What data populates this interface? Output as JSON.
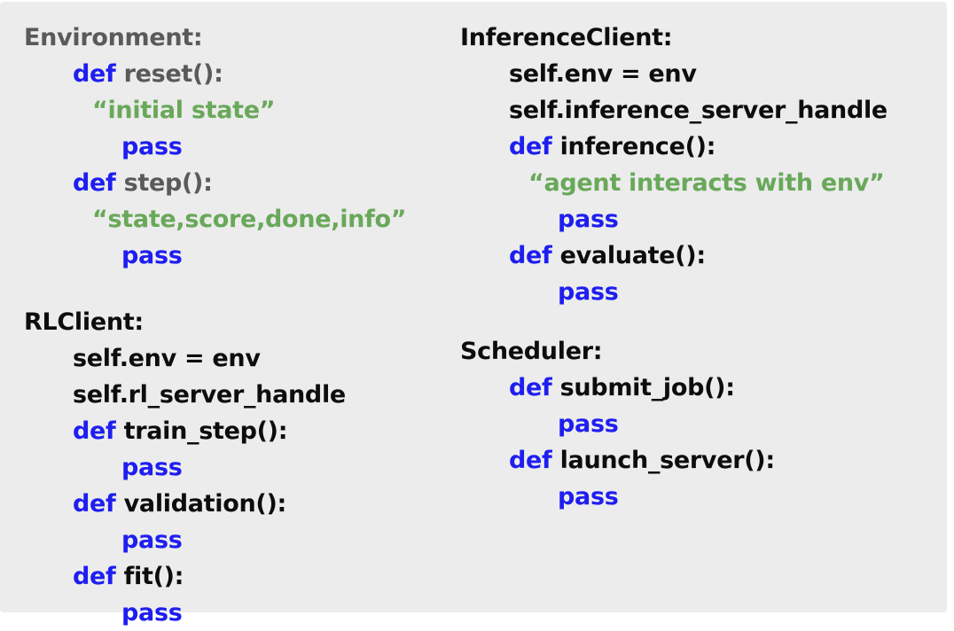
{
  "page": {
    "background": "#ffffff",
    "panel_background": "#ececec"
  },
  "palette": {
    "keyword": "#1e1ef0",
    "string": "#69a85a",
    "muted": "#5a5a5a",
    "plain": "#0d0d0d"
  },
  "columns": [
    {
      "name": "left",
      "blocks": [
        {
          "name": "environment",
          "lines": [
            {
              "indent": 0,
              "segments": [
                {
                  "t": "Environment:",
                  "c": "muted"
                }
              ]
            },
            {
              "indent": 1,
              "segments": [
                {
                  "t": "def ",
                  "c": "keyword"
                },
                {
                  "t": "reset():",
                  "c": "muted"
                }
              ]
            },
            {
              "indent": 2,
              "segments": [
                {
                  "t": "“initial state”",
                  "c": "string"
                }
              ]
            },
            {
              "indent": 3,
              "segments": [
                {
                  "t": "pass",
                  "c": "keyword"
                }
              ]
            },
            {
              "indent": 1,
              "segments": [
                {
                  "t": "def ",
                  "c": "keyword"
                },
                {
                  "t": "step():",
                  "c": "muted"
                }
              ]
            },
            {
              "indent": 2,
              "segments": [
                {
                  "t": "“state,score,done,info”",
                  "c": "string"
                }
              ]
            },
            {
              "indent": 3,
              "segments": [
                {
                  "t": "pass",
                  "c": "keyword"
                }
              ]
            }
          ]
        },
        {
          "name": "rlclient",
          "lines": [
            {
              "indent": 0,
              "segments": [
                {
                  "t": "RLClient:",
                  "c": "plain"
                }
              ]
            },
            {
              "indent": 1,
              "segments": [
                {
                  "t": "self.env = env",
                  "c": "plain"
                }
              ]
            },
            {
              "indent": 1,
              "segments": [
                {
                  "t": "self.rl_server_handle",
                  "c": "plain"
                }
              ]
            },
            {
              "indent": 1,
              "segments": [
                {
                  "t": "def ",
                  "c": "keyword"
                },
                {
                  "t": "train_step():",
                  "c": "plain"
                }
              ]
            },
            {
              "indent": 3,
              "segments": [
                {
                  "t": "pass",
                  "c": "keyword"
                }
              ]
            },
            {
              "indent": 1,
              "segments": [
                {
                  "t": "def ",
                  "c": "keyword"
                },
                {
                  "t": "validation():",
                  "c": "plain"
                }
              ]
            },
            {
              "indent": 3,
              "segments": [
                {
                  "t": "pass",
                  "c": "keyword"
                }
              ]
            },
            {
              "indent": 1,
              "segments": [
                {
                  "t": "def ",
                  "c": "keyword"
                },
                {
                  "t": "fit():",
                  "c": "plain"
                }
              ]
            },
            {
              "indent": 3,
              "segments": [
                {
                  "t": "pass",
                  "c": "keyword"
                }
              ]
            }
          ]
        }
      ]
    },
    {
      "name": "right",
      "blocks": [
        {
          "name": "inferenceclient",
          "lines": [
            {
              "indent": 0,
              "segments": [
                {
                  "t": "InferenceClient:",
                  "c": "plain"
                }
              ]
            },
            {
              "indent": 1,
              "segments": [
                {
                  "t": "self.env = env",
                  "c": "plain"
                }
              ]
            },
            {
              "indent": 1,
              "segments": [
                {
                  "t": "self.inference_server_handle",
                  "c": "plain"
                }
              ]
            },
            {
              "indent": 1,
              "segments": [
                {
                  "t": "def ",
                  "c": "keyword"
                },
                {
                  "t": "inference():",
                  "c": "plain"
                }
              ]
            },
            {
              "indent": 2,
              "segments": [
                {
                  "t": "“agent interacts with env”",
                  "c": "string"
                }
              ]
            },
            {
              "indent": 3,
              "segments": [
                {
                  "t": "pass",
                  "c": "keyword"
                }
              ]
            },
            {
              "indent": 1,
              "segments": [
                {
                  "t": "def ",
                  "c": "keyword"
                },
                {
                  "t": "evaluate():",
                  "c": "plain"
                }
              ]
            },
            {
              "indent": 3,
              "segments": [
                {
                  "t": "pass",
                  "c": "keyword"
                }
              ]
            }
          ]
        },
        {
          "name": "scheduler",
          "lines": [
            {
              "indent": 0,
              "segments": [
                {
                  "t": "Scheduler:",
                  "c": "plain"
                }
              ]
            },
            {
              "indent": 1,
              "segments": [
                {
                  "t": "def ",
                  "c": "keyword"
                },
                {
                  "t": "submit_job():",
                  "c": "plain"
                }
              ]
            },
            {
              "indent": 3,
              "segments": [
                {
                  "t": "pass",
                  "c": "keyword"
                }
              ]
            },
            {
              "indent": 1,
              "segments": [
                {
                  "t": "def ",
                  "c": "keyword"
                },
                {
                  "t": "launch_server():",
                  "c": "plain"
                }
              ]
            },
            {
              "indent": 3,
              "segments": [
                {
                  "t": "pass",
                  "c": "keyword"
                }
              ]
            }
          ]
        }
      ]
    }
  ]
}
